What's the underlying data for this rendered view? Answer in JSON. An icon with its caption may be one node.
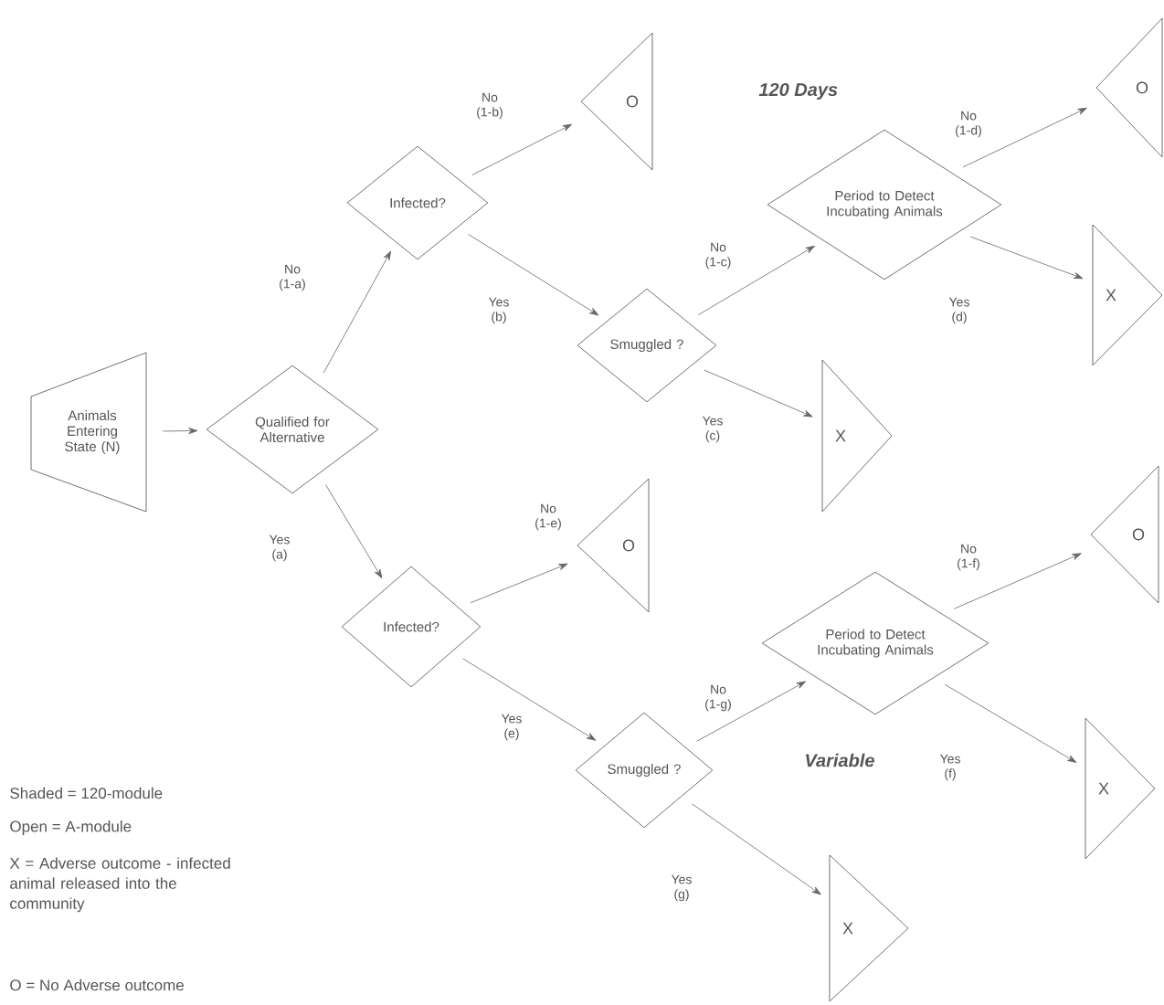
{
  "diagram": {
    "nodes": [
      {
        "text": [
          "Animals Entering State (N)"
        ]
      },
      {
        "text": [
          "Qualified for Alternative"
        ]
      },
      {
        "text": [
          "Infected?"
        ]
      },
      {
        "text": [
          "O"
        ]
      },
      {
        "text": [
          "Smuggled ?"
        ]
      },
      {
        "text": [
          "Period to Detect Incubating Animals"
        ]
      },
      {
        "text": [
          "O"
        ]
      },
      {
        "text": [
          "X"
        ]
      },
      {
        "text": [
          "X"
        ]
      },
      {
        "text": [
          "Infected?"
        ]
      },
      {
        "text": [
          "O"
        ]
      },
      {
        "text": [
          "Smuggled ?"
        ]
      },
      {
        "text": [
          "Period to Detect Incubating Animals"
        ]
      },
      {
        "text": [
          "O"
        ]
      },
      {
        "text": [
          "X"
        ]
      },
      {
        "text": [
          "X"
        ]
      }
    ],
    "edges": [
      {
        "from": 0,
        "to": 1,
        "arrow": "to"
      },
      {
        "from": 1,
        "to": 2,
        "arrow": "to",
        "label": "No (1-a)"
      },
      {
        "from": 2,
        "to": 3,
        "arrow": "to",
        "label": "No (1-b)"
      },
      {
        "from": 2,
        "to": 4,
        "arrow": "to",
        "label": "Yes (b)"
      },
      {
        "from": 4,
        "to": 5,
        "arrow": "to",
        "label": "No (1-c)"
      },
      {
        "from": 4,
        "to": 8,
        "arrow": "to",
        "label": "Yes (c)"
      },
      {
        "from": 5,
        "to": 6,
        "arrow": "to",
        "label": "No (1-d)"
      },
      {
        "from": 5,
        "to": 7,
        "arrow": "to",
        "label": "Yes (d)"
      },
      {
        "from": 1,
        "to": 9,
        "arrow": "to",
        "label": "Yes (a)"
      },
      {
        "from": 9,
        "to": 10,
        "arrow": "to",
        "label": "No (1-e)"
      },
      {
        "from": 9,
        "to": 11,
        "arrow": "to",
        "label": "Yes (e)"
      },
      {
        "from": 11,
        "to": 12,
        "arrow": "to",
        "label": "No (1-g)"
      },
      {
        "from": 11,
        "to": 15,
        "arrow": "to",
        "label": "Yes (g)"
      },
      {
        "from": 12,
        "to": 13,
        "arrow": "to",
        "label": "No (1-f)"
      },
      {
        "from": 12,
        "to": 14,
        "arrow": "to",
        "label": "Yes (f)"
      }
    ],
    "labels": [
      "120 Days",
      "Variable",
      "Shaded = 120-module",
      "Open =     A-module",
      "X = Adverse outcome - infected animal released into the community",
      "O = No Adverse outcome"
    ]
  }
}
